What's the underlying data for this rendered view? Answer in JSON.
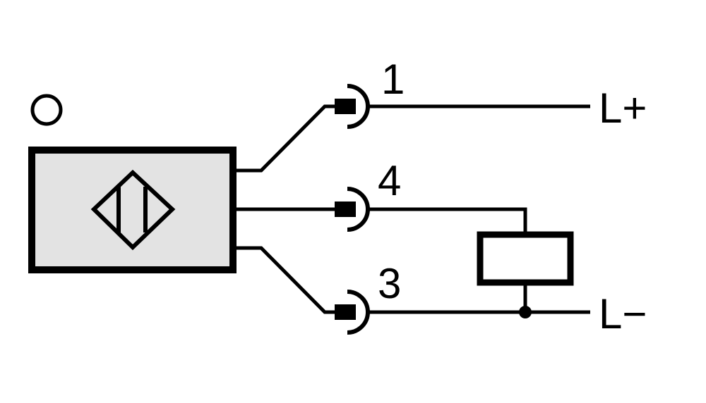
{
  "diagram": {
    "pins": [
      {
        "number": "1",
        "terminal": "L+"
      },
      {
        "number": "4",
        "terminal": ""
      },
      {
        "number": "3",
        "terminal": "L−"
      }
    ],
    "colors": {
      "line": "#000000",
      "sensor_fill": "#e3e3e3",
      "background": "#ffffff"
    },
    "icons": {
      "sensor": "inductive-sensor-body",
      "symbol": "diamond-sensing-symbol",
      "load": "load-rectangle",
      "marker": "hollow-circle-marker",
      "connector": "connector-socket"
    }
  }
}
